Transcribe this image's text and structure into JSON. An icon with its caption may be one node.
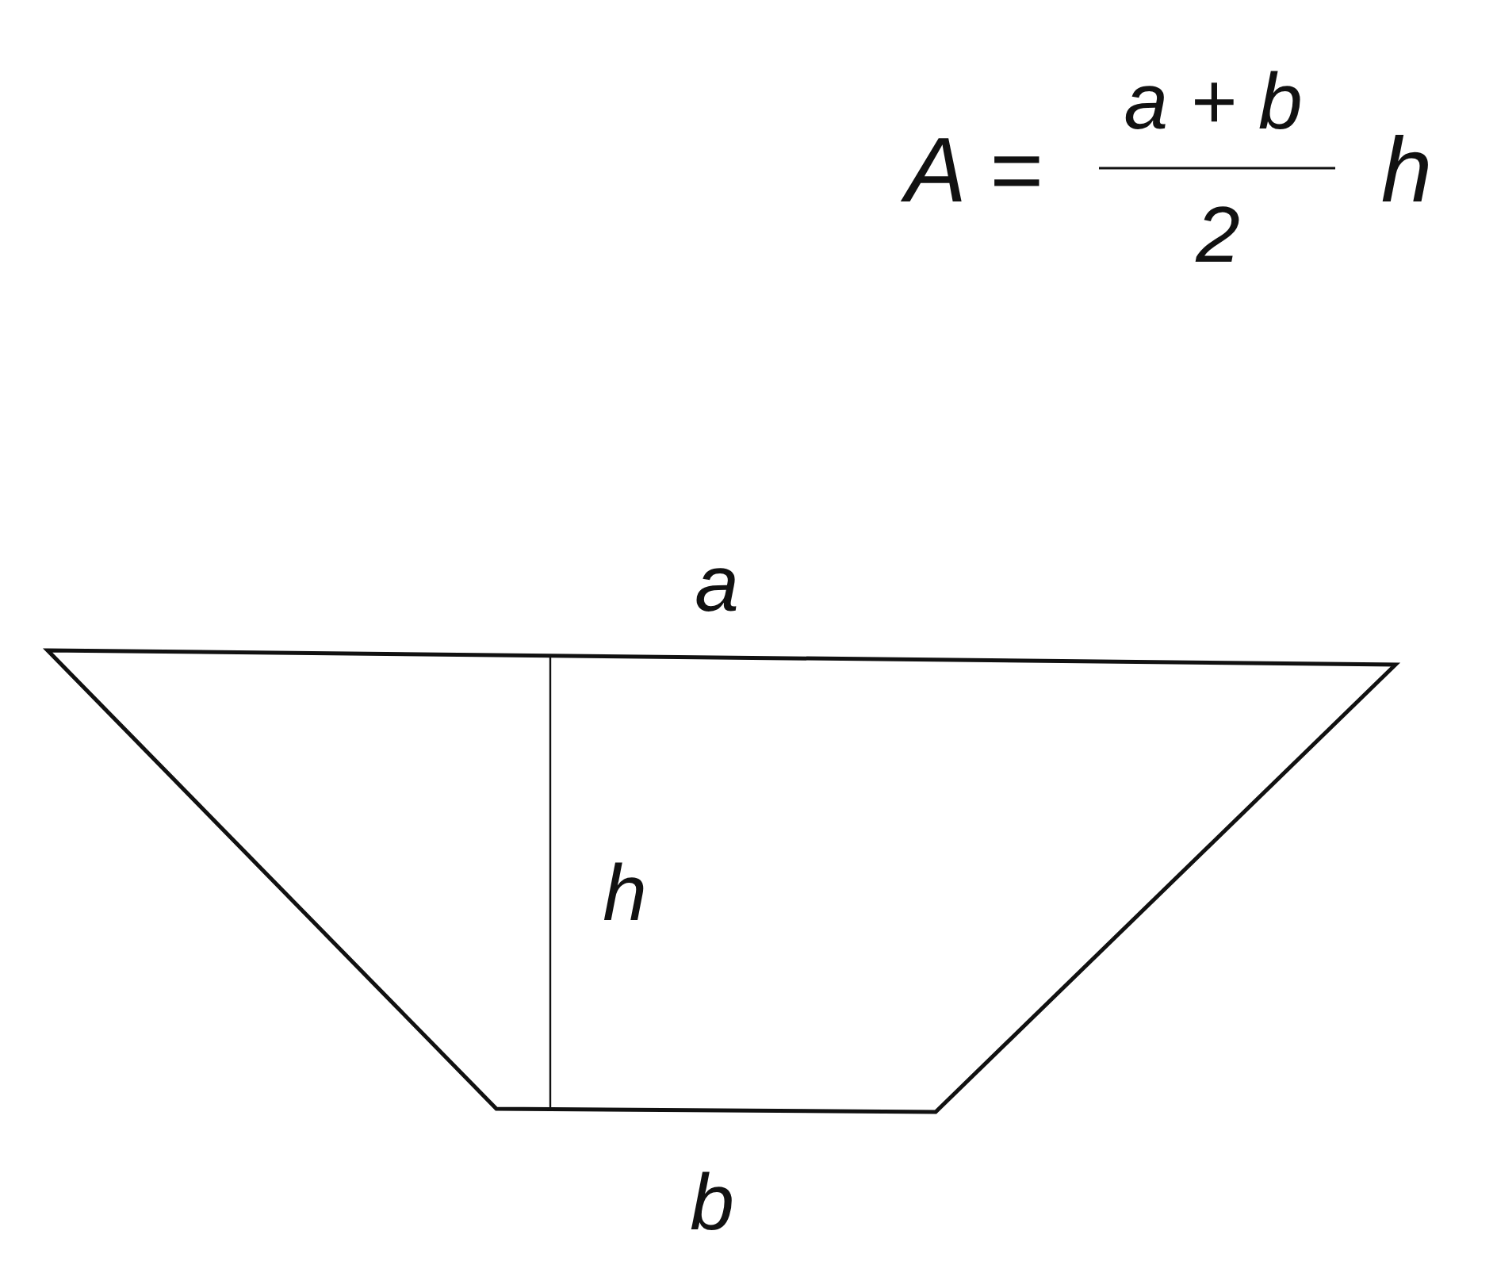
{
  "diagram": {
    "labels": [
      "A =",
      "a + b",
      "2",
      "h",
      "a",
      "h",
      "b"
    ]
  }
}
